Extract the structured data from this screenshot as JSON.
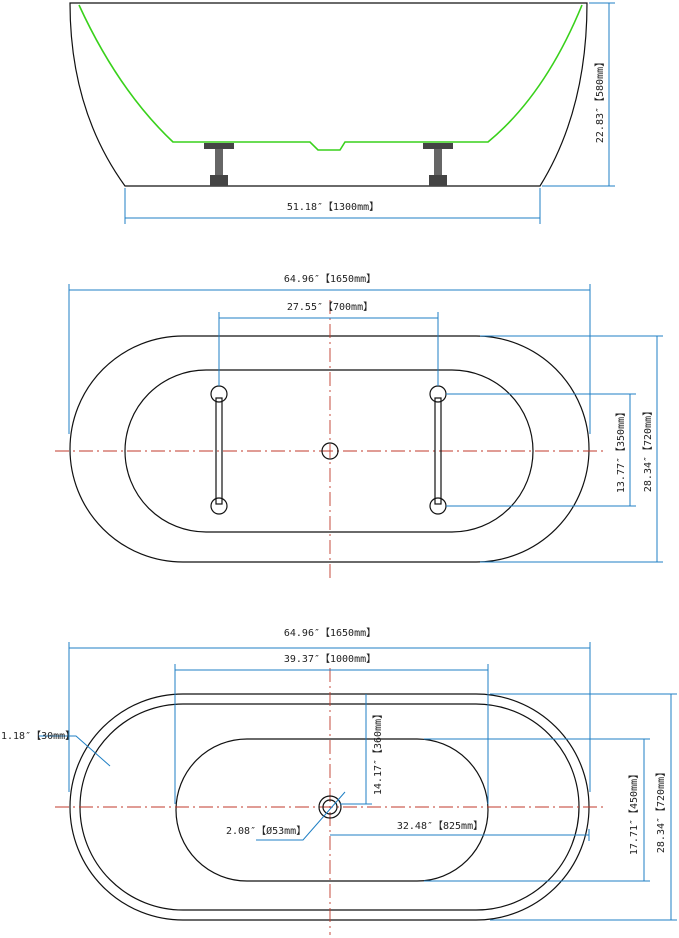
{
  "colors": {
    "outline": "#111111",
    "dimension": "#1f7fc4",
    "centerline": "#c0392b",
    "inner_basin": "#39d11b"
  },
  "side_view": {
    "height_label": "22.83″【580mm】",
    "base_label": "51.18″【1300mm】"
  },
  "top_view": {
    "overall_length_label": "64.96″【1650mm】",
    "handle_spacing_label": "27.55″【700mm】",
    "handle_length_label": "13.77″【350mm】",
    "overall_width_label": "28.34″【720mm】"
  },
  "bottom_view": {
    "overall_length_label": "64.96″【1650mm】",
    "inner_length_label": "39.37″【1000mm】",
    "rim_label": "1.18″【30mm】",
    "drain_offset_label": "14.17″【360mm】",
    "drain_diameter_label": "2.08″【Ø53mm】",
    "drain_position_label": "32.48″【825mm】",
    "inner_width_label": "17.71″【450mm】",
    "overall_width_label": "28.34″【720mm】"
  }
}
